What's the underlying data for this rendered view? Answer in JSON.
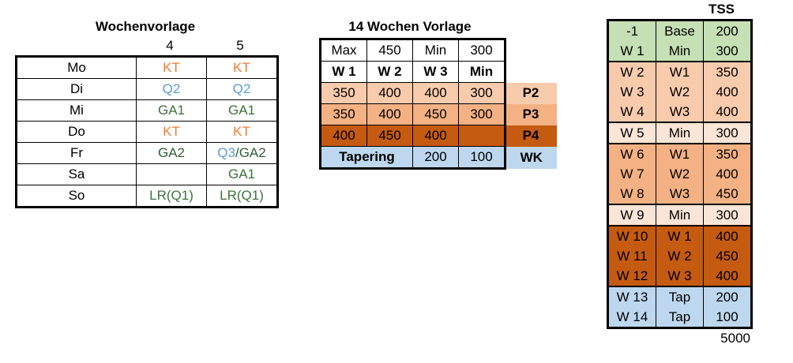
{
  "wochenvorlage": {
    "title": "Wochenvorlage",
    "col_headers": [
      "",
      "4",
      "5"
    ],
    "rows": [
      {
        "day": "Mo",
        "w4": {
          "text": "KT",
          "style": "kt"
        },
        "w5": {
          "text": "KT",
          "style": "kt"
        }
      },
      {
        "day": "Di",
        "w4": {
          "text": "Q2",
          "style": "q"
        },
        "w5": {
          "text": "Q2",
          "style": "q"
        }
      },
      {
        "day": "Mi",
        "w4": {
          "text": "GA1",
          "style": "ga"
        },
        "w5": {
          "text": "GA1",
          "style": "ga"
        }
      },
      {
        "day": "Do",
        "w4": {
          "text": "KT",
          "style": "kt"
        },
        "w5": {
          "text": "KT",
          "style": "kt"
        }
      },
      {
        "day": "Fr",
        "w4": {
          "text": "GA2",
          "style": "ga2"
        },
        "w5": {
          "text_a": "Q3",
          "text_b": "/GA2",
          "style": "split"
        }
      },
      {
        "day": "Sa",
        "w4": {
          "text": "",
          "style": "neutral"
        },
        "w5": {
          "text": "GA1",
          "style": "ga"
        }
      },
      {
        "day": "So",
        "w4": {
          "text": "LR(Q1)",
          "style": "ga"
        },
        "w5": {
          "text": "LR(Q1)",
          "style": "ga"
        }
      }
    ]
  },
  "vorlage14": {
    "title": "14 Wochen Vorlage",
    "minmax": {
      "max_label": "Max",
      "max_value": "450",
      "min_label": "Min",
      "min_value": "300"
    },
    "headers": [
      "W 1",
      "W 2",
      "W 3",
      "Min"
    ],
    "rows": [
      {
        "cells": [
          "350",
          "400",
          "400",
          "300"
        ],
        "label": "P2",
        "fill": "fill-orange1"
      },
      {
        "cells": [
          "350",
          "400",
          "450",
          "300"
        ],
        "label": "P3",
        "fill": "fill-orange2"
      },
      {
        "cells": [
          "400",
          "450",
          "400",
          ""
        ],
        "label": "P4",
        "fill": "fill-orange3"
      }
    ],
    "tapering": {
      "label": "Tapering",
      "values": [
        "200",
        "100"
      ],
      "row_label": "WK",
      "fill": "fill-blue1"
    }
  },
  "tss": {
    "title": "TSS",
    "rows": [
      {
        "week": "-1",
        "phase": "Base",
        "tss": "200",
        "fill": "fill-green1",
        "group_start": true
      },
      {
        "week": "W 1",
        "phase": "Min",
        "tss": "300",
        "fill": "fill-green1",
        "group_start": false
      },
      {
        "week": "W 2",
        "phase": "W1",
        "tss": "350",
        "fill": "fill-orange1",
        "group_start": true
      },
      {
        "week": "W 3",
        "phase": "W2",
        "tss": "400",
        "fill": "fill-orange1",
        "group_start": false
      },
      {
        "week": "W 4",
        "phase": "W3",
        "tss": "400",
        "fill": "fill-orange1",
        "group_start": false
      },
      {
        "week": "W 5",
        "phase": "Min",
        "tss": "300",
        "fill": "fill-orange0",
        "group_start": true
      },
      {
        "week": "W 6",
        "phase": "W1",
        "tss": "350",
        "fill": "fill-orange2",
        "group_start": true
      },
      {
        "week": "W 7",
        "phase": "W2",
        "tss": "400",
        "fill": "fill-orange2",
        "group_start": false
      },
      {
        "week": "W 8",
        "phase": "W3",
        "tss": "450",
        "fill": "fill-orange2",
        "group_start": false
      },
      {
        "week": "W 9",
        "phase": "Min",
        "tss": "300",
        "fill": "fill-orange0",
        "group_start": true
      },
      {
        "week": "W 10",
        "phase": "W 1",
        "tss": "400",
        "fill": "fill-orange3",
        "group_start": true
      },
      {
        "week": "W 11",
        "phase": "W 2",
        "tss": "450",
        "fill": "fill-orange3",
        "group_start": false
      },
      {
        "week": "W 12",
        "phase": "W 3",
        "tss": "400",
        "fill": "fill-orange3",
        "group_start": false
      },
      {
        "week": "W 13",
        "phase": "Tap",
        "tss": "200",
        "fill": "fill-blue1",
        "group_start": true
      },
      {
        "week": "W 14",
        "phase": "Tap",
        "tss": "100",
        "fill": "fill-blue1",
        "group_start": false
      }
    ],
    "total": "5000"
  },
  "colors": {
    "kt_orange": "#ED7D31",
    "q_blue": "#5B9BD5",
    "ga_green": "#3B7239",
    "fill_orange_light": "#F8CBAD",
    "fill_orange_medium": "#F4B183",
    "fill_orange_dark": "#C55A11",
    "fill_orange_pale": "#FBE5D6",
    "fill_blue": "#BDD7EE",
    "fill_green": "#C5E0B4"
  }
}
